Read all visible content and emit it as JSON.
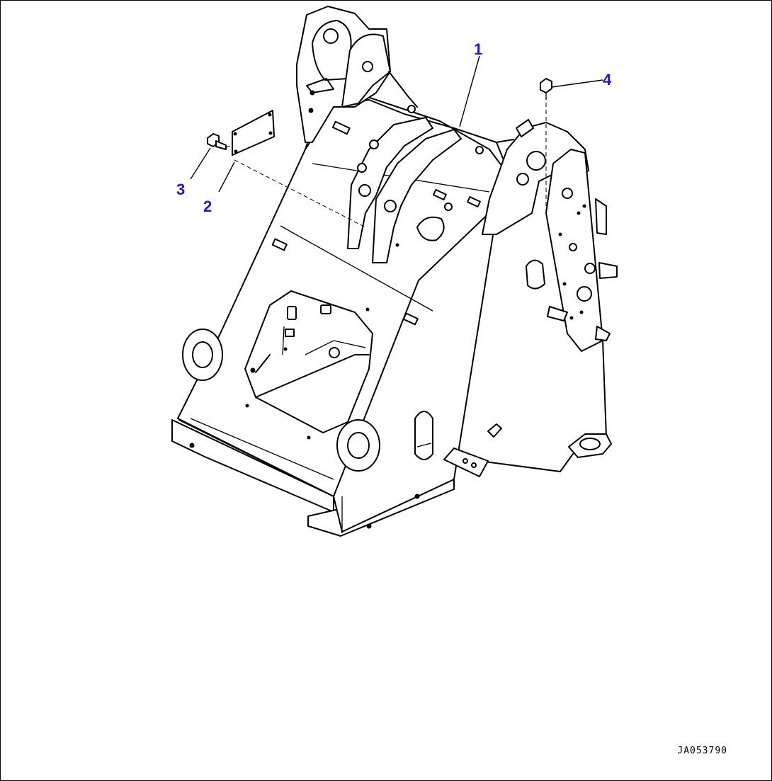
{
  "callouts": {
    "part_1": "1",
    "part_2": "2",
    "part_3": "3",
    "part_4": "4"
  },
  "drawing_number": "JA053790",
  "colors": {
    "callout": "#1a1ad6",
    "line": "#000000",
    "background": "#ffffff"
  }
}
